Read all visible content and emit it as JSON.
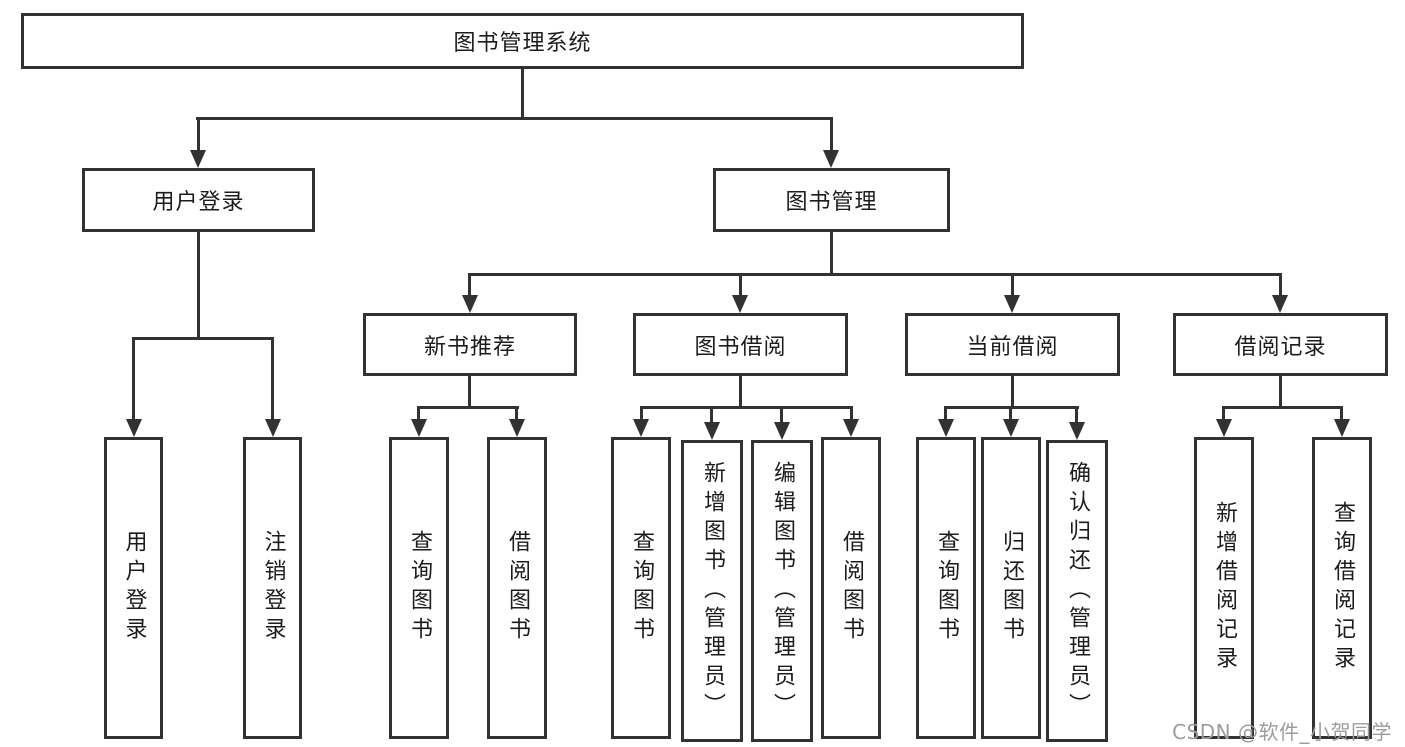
{
  "diagram": {
    "root": {
      "label": "图书管理系统"
    },
    "level2": [
      {
        "label": "用户登录"
      },
      {
        "label": "图书管理"
      }
    ],
    "level3": [
      {
        "label": "新书推荐"
      },
      {
        "label": "图书借阅"
      },
      {
        "label": "当前借阅"
      },
      {
        "label": "借阅记录"
      }
    ],
    "leaves": [
      {
        "label": "用户登录"
      },
      {
        "label": "注销登录"
      },
      {
        "label": "查询图书"
      },
      {
        "label": "借阅图书"
      },
      {
        "label": "查询图书"
      },
      {
        "label": "新增图书（管理员）"
      },
      {
        "label": "编辑图书（管理员）"
      },
      {
        "label": "借阅图书"
      },
      {
        "label": "查询图书"
      },
      {
        "label": "归还图书"
      },
      {
        "label": "确认归还（管理员）"
      },
      {
        "label": "新增借阅记录"
      },
      {
        "label": "查询借阅记录"
      }
    ]
  },
  "watermark": {
    "text": "CSDN @软件_小贺同学"
  },
  "colors": {
    "line": "#323232",
    "text": "#1c1c1c",
    "watermark": "#9c9c9c",
    "background": "#ffffff"
  }
}
